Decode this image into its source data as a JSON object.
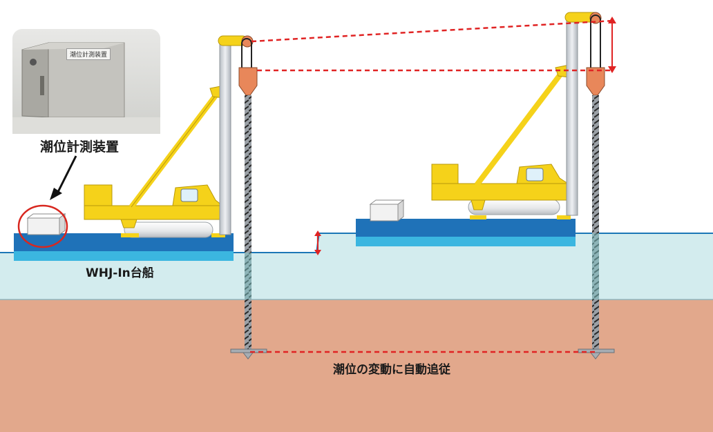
{
  "labels": {
    "device_name": "潮位計測装置",
    "photo_plate": "潮位計測装置",
    "barge_name": "WHJ-In台船",
    "caption": "潮位の変動に自動追従"
  },
  "colors": {
    "water": "#d3ecee",
    "water_line": "#1b76b6",
    "soil": "#e2a88c",
    "barge_deck": "#1f72b8",
    "barge_hull": "#3bb6e0",
    "machine_yellow": "#f5d21a",
    "mast_grey": "#c9ced4",
    "pulley_orange": "#e8875a",
    "annotation_red": "#e02323",
    "device_box": "#f2f2f2"
  },
  "icons": [
    "tide-gauge-device",
    "pile-driver-machine",
    "screw-pile",
    "arrow-down-icon",
    "double-arrow-icon"
  ]
}
